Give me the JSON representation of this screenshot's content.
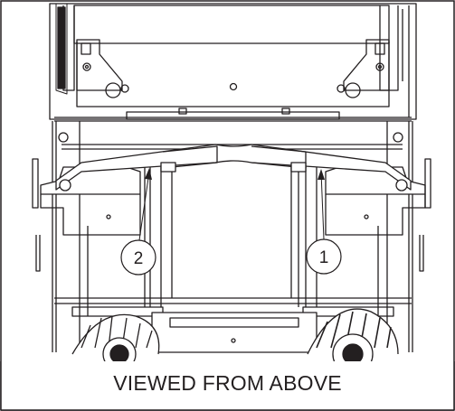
{
  "figure": {
    "caption": "VIEWED FROM ABOVE",
    "callouts": [
      {
        "label": "1"
      },
      {
        "label": "2"
      }
    ]
  },
  "colors": {
    "line": "#231f20",
    "fill_light": "#ffffff",
    "fill_dark": "#231f20"
  }
}
